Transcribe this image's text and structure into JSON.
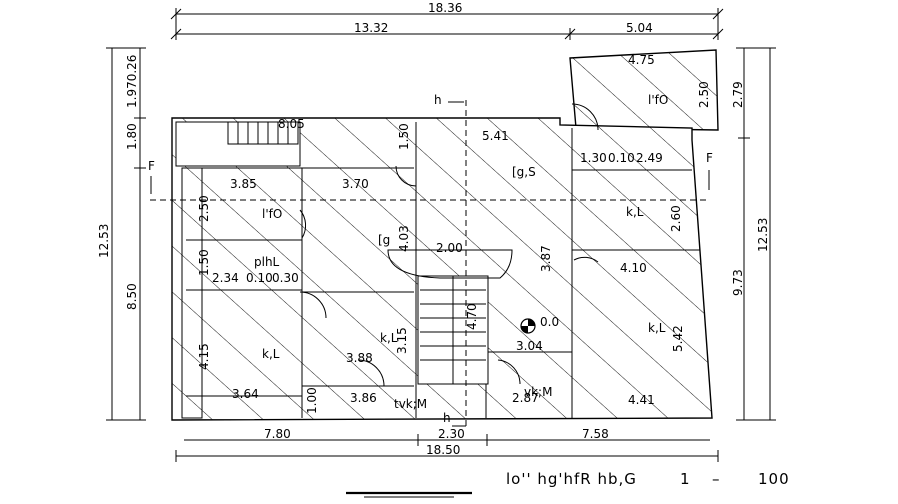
{
  "title": {
    "text": "lo'' hg'hfR hb,G",
    "scale_a": "1",
    "scale_dash": "–",
    "scale_b": "100"
  },
  "dims": {
    "top_total": "18.36",
    "top_left": "13.32",
    "top_right": "5.04",
    "bottom_left": "7.80",
    "bottom_mid": "2.30",
    "bottom_right": "7.58",
    "bottom_total": "18.50",
    "left_a": "1.970.26",
    "left_b": "1.80",
    "left_c": "12.53",
    "left_d": "8.50",
    "right_a": "2.79",
    "right_b": "12.53",
    "right_c": "9.73"
  },
  "rooms": {
    "r_805": "8.05",
    "r_150": "1.50",
    "r_541": "5.41",
    "r_475": "4.75",
    "r_250a": "2.50",
    "r_ifo_top": "l'fO",
    "r_130": "1.30",
    "r_010": "0.10",
    "r_249": "2.49",
    "r_385": "3.85",
    "r_370": "3.70",
    "r_gs": "[g,S",
    "r_250b": "2.50",
    "r_ifo_mid": "l'fO",
    "r_403": "4.03",
    "r_g": "[g",
    "r_200": "2.00",
    "r_387": "3.87",
    "r_kl_right": "k,L",
    "r_260": "2.60",
    "r_150b": "1.50",
    "r_plhl": "plhL",
    "r_234": "2.34",
    "r_010b": "0.10",
    "r_030": "0.30",
    "r_410": "4.10",
    "r_kl_mid": "k,L",
    "r_315": "3.15",
    "r_470": "4.70",
    "r_00": "0.0",
    "r_kl_br": "k,L",
    "r_542": "5.42",
    "r_415": "4.15",
    "r_kl_left": "k,L",
    "r_388": "3.88",
    "r_304": "3.04",
    "r_364": "3.64",
    "r_100": "1.00",
    "r_386": "3.86",
    "r_tvkm": "tvk;M",
    "r_287": "2.87",
    "r_vkm": "vk;M",
    "r_441": "4.41"
  },
  "markers": {
    "section_left": "F",
    "section_right": "F",
    "north_top": "h",
    "north_bottom": "h"
  }
}
